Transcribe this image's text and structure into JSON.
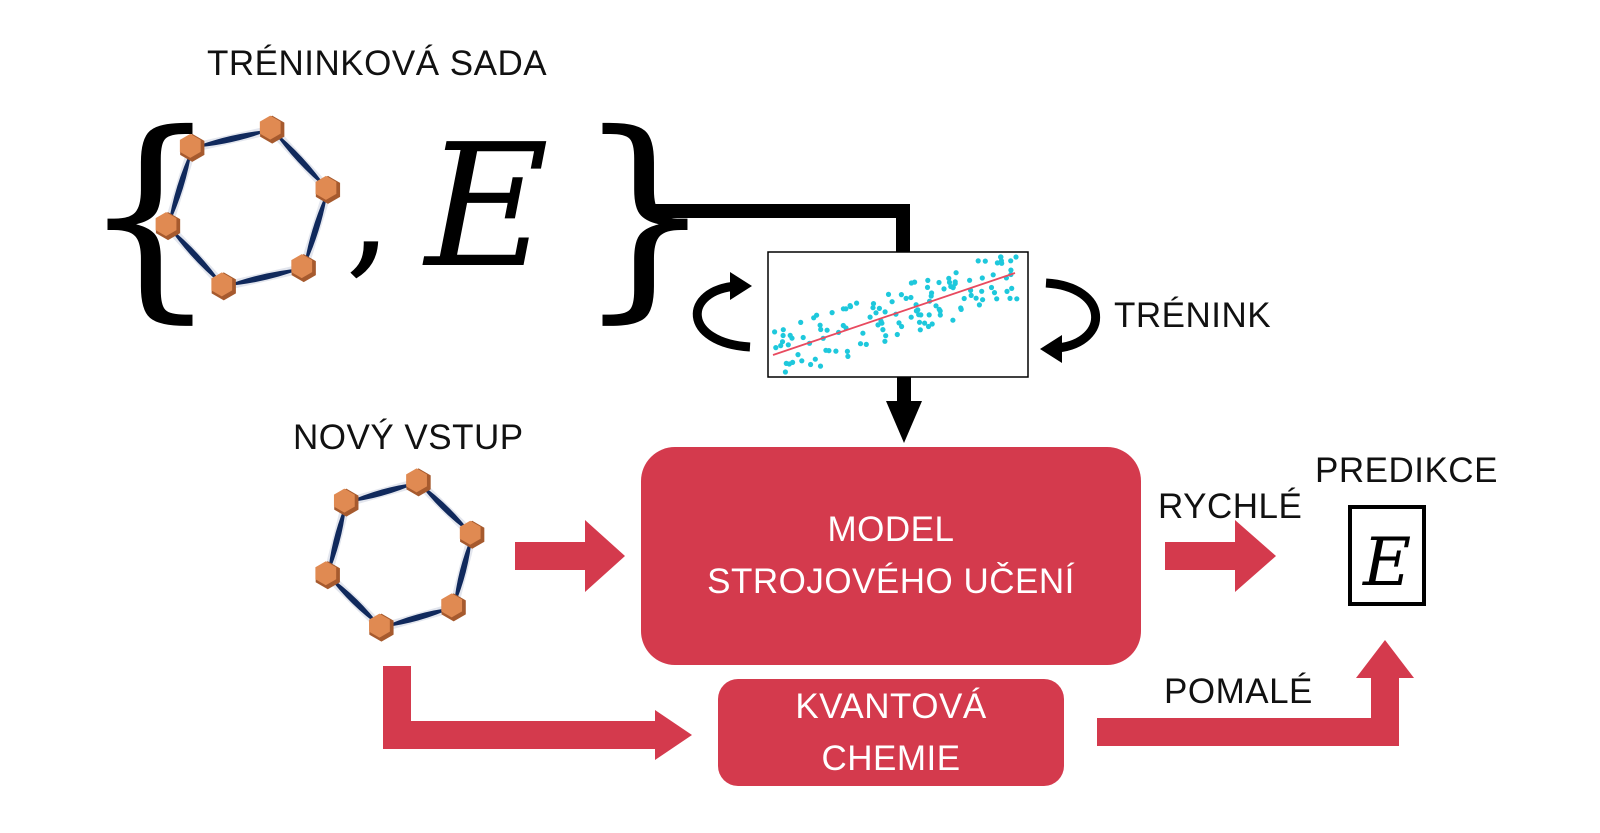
{
  "labels": {
    "training_set": "TRÉNINKOVÁ SADA",
    "training": "TRÉNINK",
    "new_input": "NOVÝ VSTUP",
    "prediction": "PREDIKCE",
    "fast": "RYCHLÉ",
    "slow": "POMALÉ"
  },
  "boxes": {
    "ml_model": [
      "MODEL",
      "STROJOVÉHO UČENÍ"
    ],
    "quantum_chemistry": [
      "KVANTOVÁ",
      "CHEMIE"
    ]
  },
  "symbols": {
    "brace_open": "{",
    "brace_close": "}",
    "comma": ",",
    "energy": "E"
  },
  "colors": {
    "accent_red": "#d43a4d",
    "arrow_black": "#000000",
    "scatter_points": "#1ec8dc",
    "regression_line": "#e84a5f",
    "atom": "#e08a52",
    "atom_shadow": "#a65a2e",
    "bond": "#10295c"
  }
}
